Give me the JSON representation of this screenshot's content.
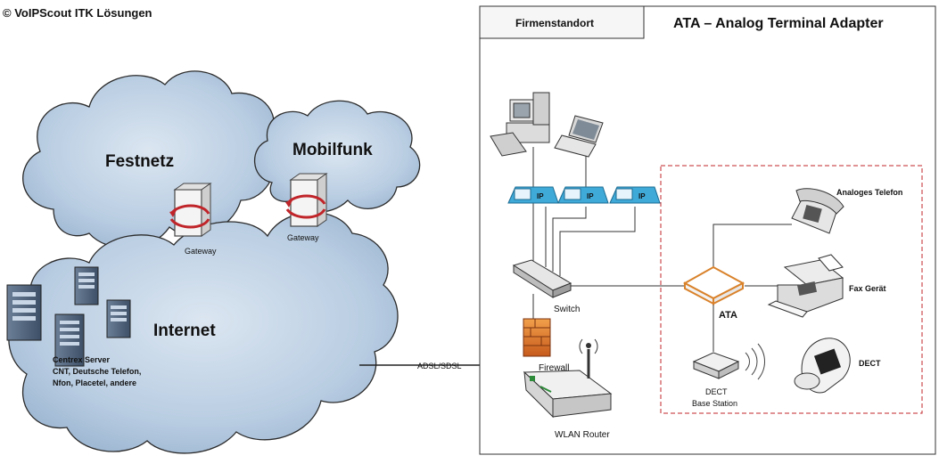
{
  "copyright": "© VoIPScout ITK Lösungen",
  "clouds": {
    "festnetz": "Festnetz",
    "mobilfunk": "Mobilfunk",
    "internet": "Internet"
  },
  "gateway_label": "Gateway",
  "centrex": {
    "line1": "Centrex Server",
    "line2": "CNT, Deutsche Telefon,",
    "line3": "Nfon, Placetel, andere"
  },
  "link_label": "ADSL/SDSL",
  "panel": {
    "tab_label": "Firmenstandort",
    "title": "ATA – Analog Terminal Adapter"
  },
  "devices": {
    "switch": "Switch",
    "firewall": "Firewall",
    "wlan_router": "WLAN Router",
    "ata": "ATA",
    "analog_phone": "Analoges Telefon",
    "fax": "Fax Gerät",
    "dect": "DECT",
    "dect_base_line1": "DECT",
    "dect_base_line2": "Base Station",
    "ip_phone_label": "IP"
  },
  "colors": {
    "cloud": "#b9cde2",
    "ata_border": "#d9822b",
    "dashed_box": "#c0252a",
    "ip_phone": "#3fa9d8"
  }
}
